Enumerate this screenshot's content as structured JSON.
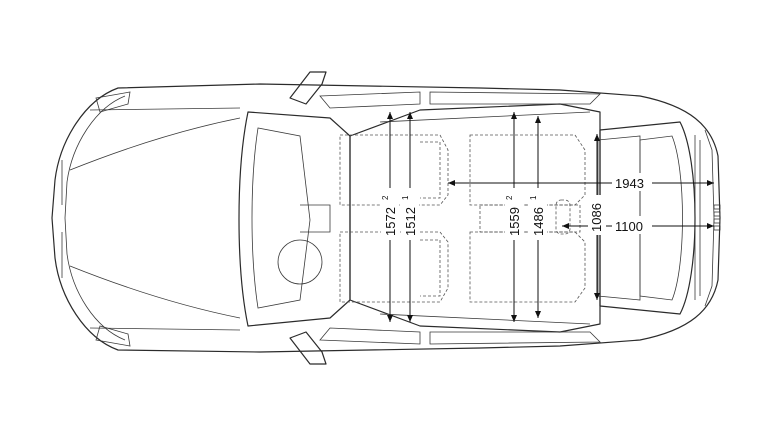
{
  "dimensions": {
    "rear_interior_length": {
      "value": "1943",
      "sup": ""
    },
    "cargo_length_folded": {
      "value": "1100",
      "sup": ""
    },
    "cargo_width": {
      "value": "1086",
      "sup": ""
    },
    "front_width_1": {
      "value": "1572",
      "sup": "2"
    },
    "front_width_2": {
      "value": "1512",
      "sup": "1"
    },
    "rear_width_1": {
      "value": "1559",
      "sup": "2"
    },
    "rear_width_2": {
      "value": "1486",
      "sup": "1"
    }
  }
}
